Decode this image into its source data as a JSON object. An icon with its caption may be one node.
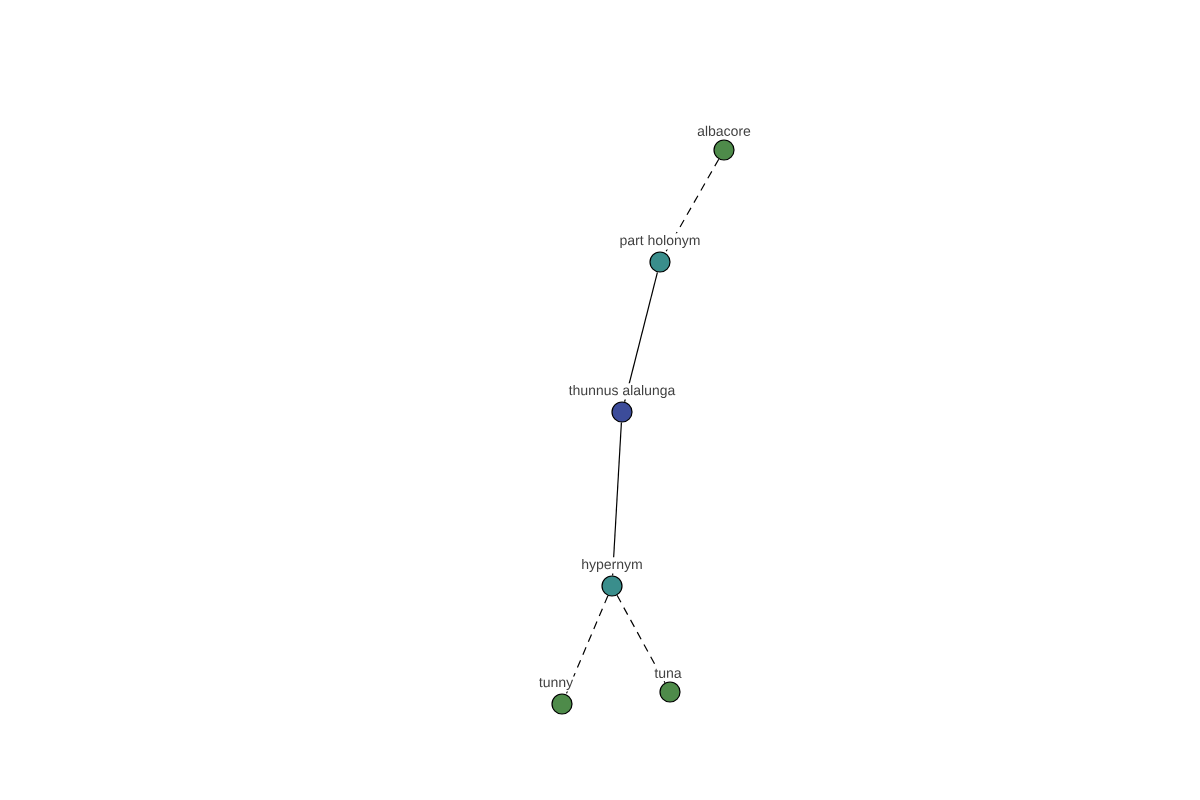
{
  "diagram": {
    "nodes": [
      {
        "text": [
          "albacore"
        ]
      },
      {
        "text": [
          "part holonym"
        ]
      },
      {
        "text": [
          "thunnus alalunga"
        ]
      },
      {
        "text": [
          "hypernym"
        ]
      },
      {
        "text": [
          "tunny"
        ]
      },
      {
        "text": [
          "tuna"
        ]
      }
    ],
    "edges": [
      {
        "from": 0,
        "to": 1,
        "arrow": "none",
        "style": "dashed"
      },
      {
        "from": 1,
        "to": 2,
        "arrow": "none"
      },
      {
        "from": 2,
        "to": 3,
        "arrow": "none"
      },
      {
        "from": 3,
        "to": 4,
        "arrow": "none",
        "style": "dashed"
      },
      {
        "from": 3,
        "to": 5,
        "arrow": "none",
        "style": "dashed"
      }
    ]
  }
}
